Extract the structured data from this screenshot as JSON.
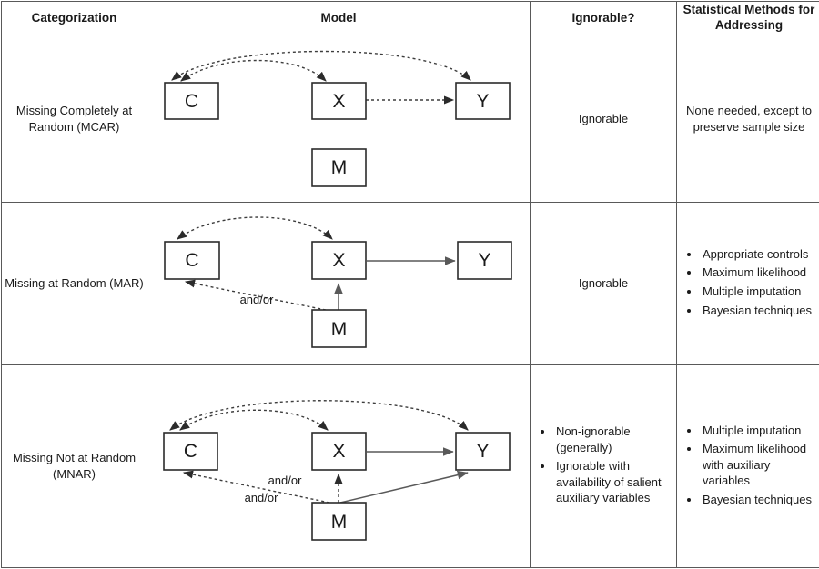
{
  "table": {
    "headers": [
      "Categorization",
      "Model",
      "Ignorable?",
      "Statistical Methods for Addressing"
    ],
    "rows": [
      {
        "categorization": "Missing Completely at Random (MCAR)",
        "ignorable": "Ignorable",
        "methods_text": "None needed, except to preserve sample size",
        "methods_bullets": [],
        "ignorable_bullets": [],
        "model": {
          "nodes": [
            {
              "id": "C",
              "label": "C"
            },
            {
              "id": "X",
              "label": "X"
            },
            {
              "id": "Y",
              "label": "Y"
            },
            {
              "id": "M",
              "label": "M"
            }
          ],
          "edge_labels": []
        }
      },
      {
        "categorization": "Missing at Random (MAR)",
        "ignorable": "Ignorable",
        "methods_text": "",
        "methods_bullets": [
          "Appropriate controls",
          "Maximum likelihood",
          "Multiple imputation",
          "Bayesian techniques"
        ],
        "ignorable_bullets": [],
        "model": {
          "nodes": [
            {
              "id": "C",
              "label": "C"
            },
            {
              "id": "X",
              "label": "X"
            },
            {
              "id": "Y",
              "label": "Y"
            },
            {
              "id": "M",
              "label": "M"
            }
          ],
          "edge_labels": [
            "and/or"
          ]
        }
      },
      {
        "categorization": "Missing Not at Random (MNAR)",
        "ignorable": "",
        "methods_text": "",
        "methods_bullets": [
          "Multiple imputation",
          "Maximum likelihood with auxiliary variables",
          "Bayesian techniques"
        ],
        "ignorable_bullets": [
          "Non-ignorable (generally)",
          "Ignorable with availability of salient auxiliary variables"
        ],
        "model": {
          "nodes": [
            {
              "id": "C",
              "label": "C"
            },
            {
              "id": "X",
              "label": "X"
            },
            {
              "id": "Y",
              "label": "Y"
            },
            {
              "id": "M",
              "label": "M"
            }
          ],
          "edge_labels": [
            "and/or",
            "and/or"
          ]
        }
      }
    ]
  },
  "colors": {
    "border": "#595959",
    "node_stroke": "#2b2b2b",
    "solid_edge": "#595959",
    "dashed_edge": "#3d3d3d",
    "text": "#1a1a1a",
    "background": "#ffffff"
  }
}
